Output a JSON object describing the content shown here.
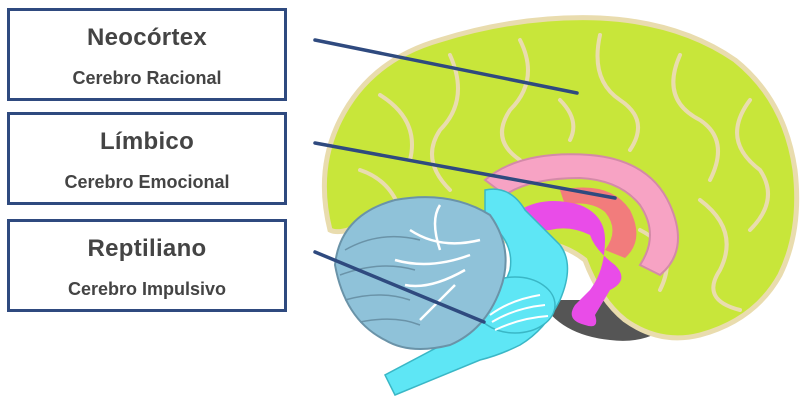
{
  "labels": [
    {
      "title": "Neocórtex",
      "subtitle": "Cerebro Racional"
    },
    {
      "title": "Límbico",
      "subtitle": "Cerebro Emocional"
    },
    {
      "title": "Reptiliano",
      "subtitle": "Cerebro Impulsivo"
    }
  ],
  "colors": {
    "box_border": "#2f4a7f",
    "cortex": "#c8e63a",
    "cortex_outline": "#e9dcae",
    "limbic_pink": "#f7a3c4",
    "limbic_magenta": "#e94ce8",
    "limbic_salmon": "#f27c7c",
    "brainstem": "#5ee6f5",
    "cerebellum": "#8fc2d9",
    "dark_matter": "#555555",
    "pointer_line": "#2f4a7f"
  }
}
